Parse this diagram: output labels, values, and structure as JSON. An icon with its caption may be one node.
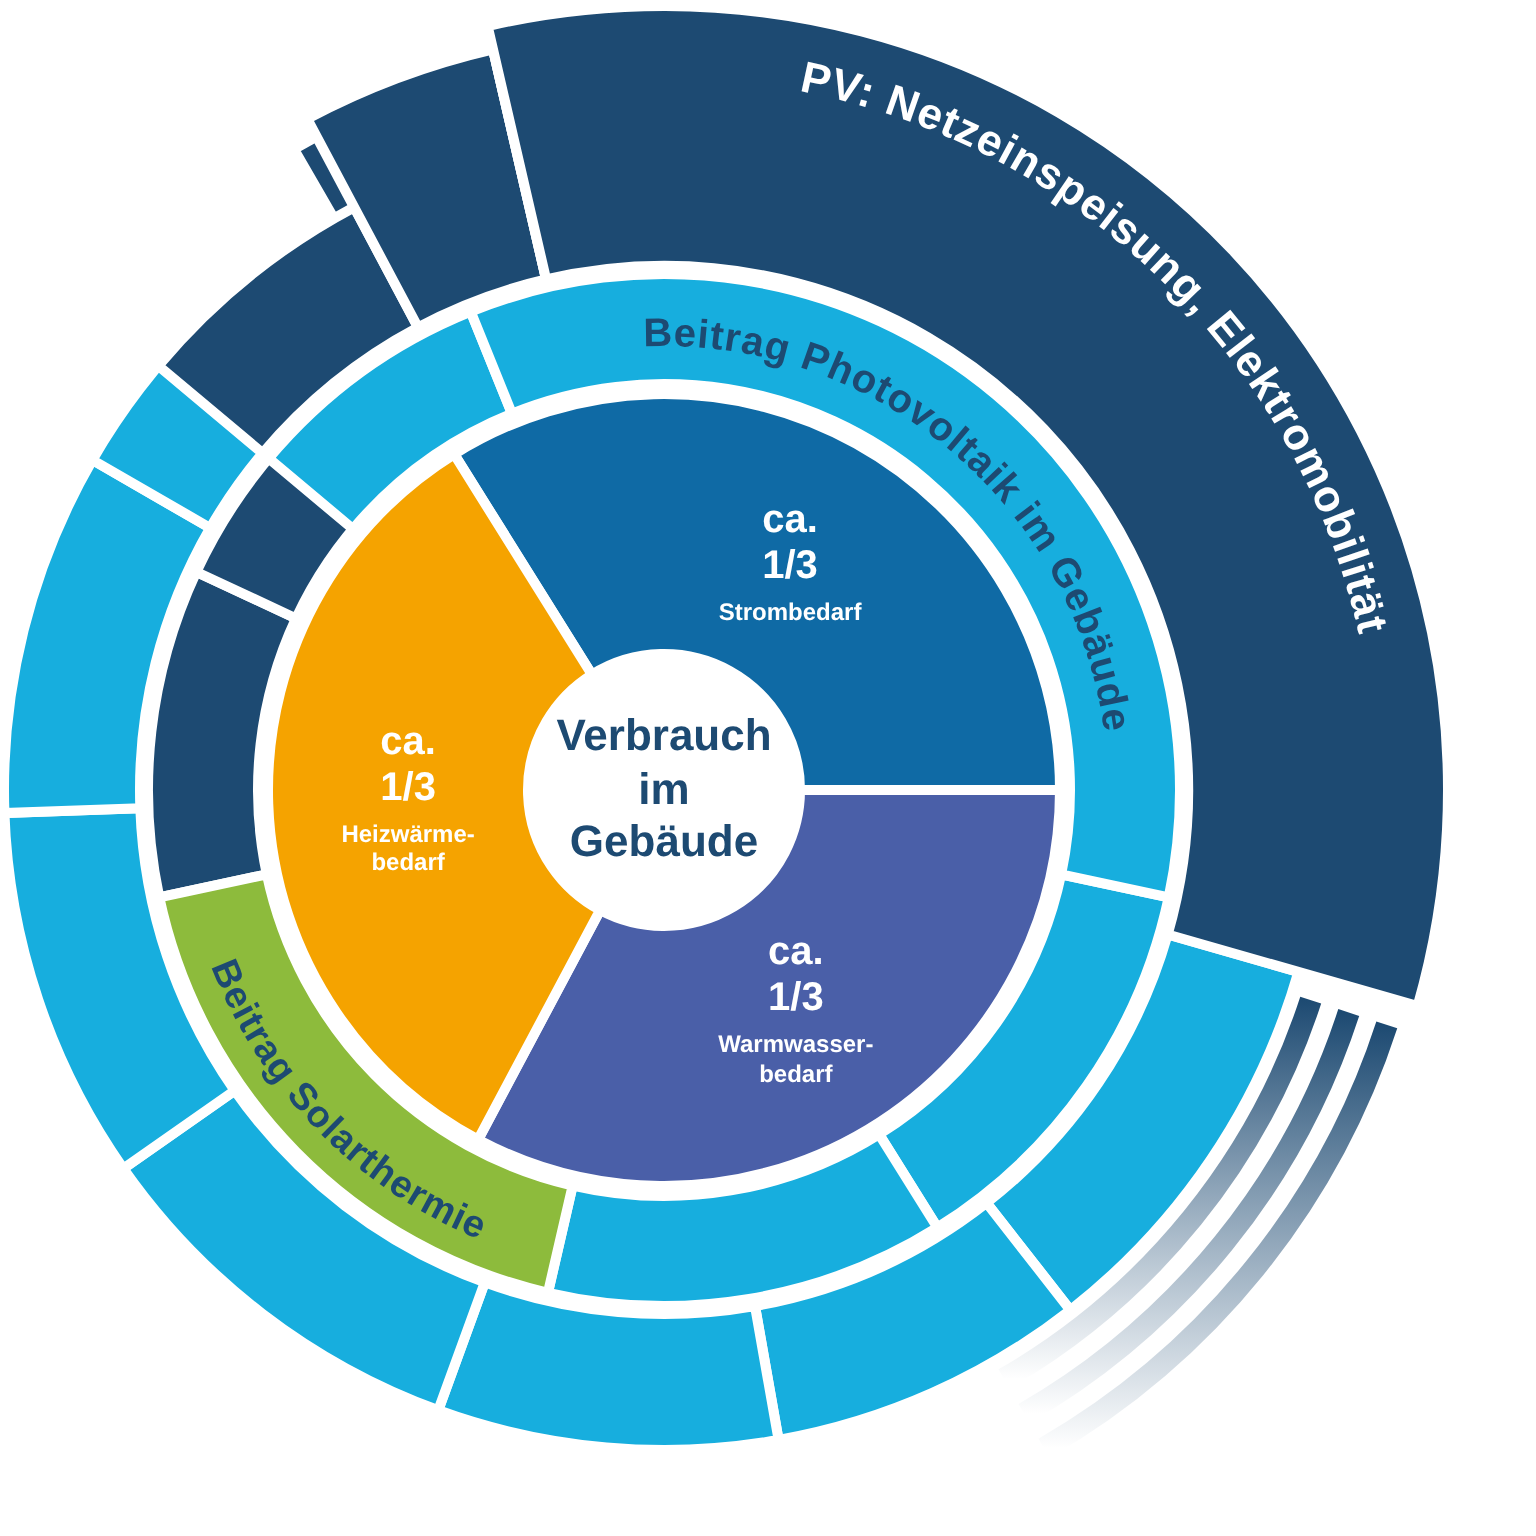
{
  "diagram": {
    "nodes": [
      {
        "text": [
          "Verbrauch im Gebäude"
        ]
      },
      {
        "text": [
          "ca. 1/3",
          "Strombedarf"
        ]
      },
      {
        "text": [
          "ca. 1/3",
          "Warmwasser- bedarf"
        ]
      },
      {
        "text": [
          "ca. 1/3",
          "Heizwärme- bedarf"
        ]
      },
      {
        "text": [
          "Beitrag Photovoltaik im Gebäude"
        ]
      },
      {
        "text": [
          "Beitrag Solarthermie"
        ]
      },
      {
        "text": [
          "PV: Netzeinspeisung, Elektromobilität"
        ]
      }
    ]
  }
}
